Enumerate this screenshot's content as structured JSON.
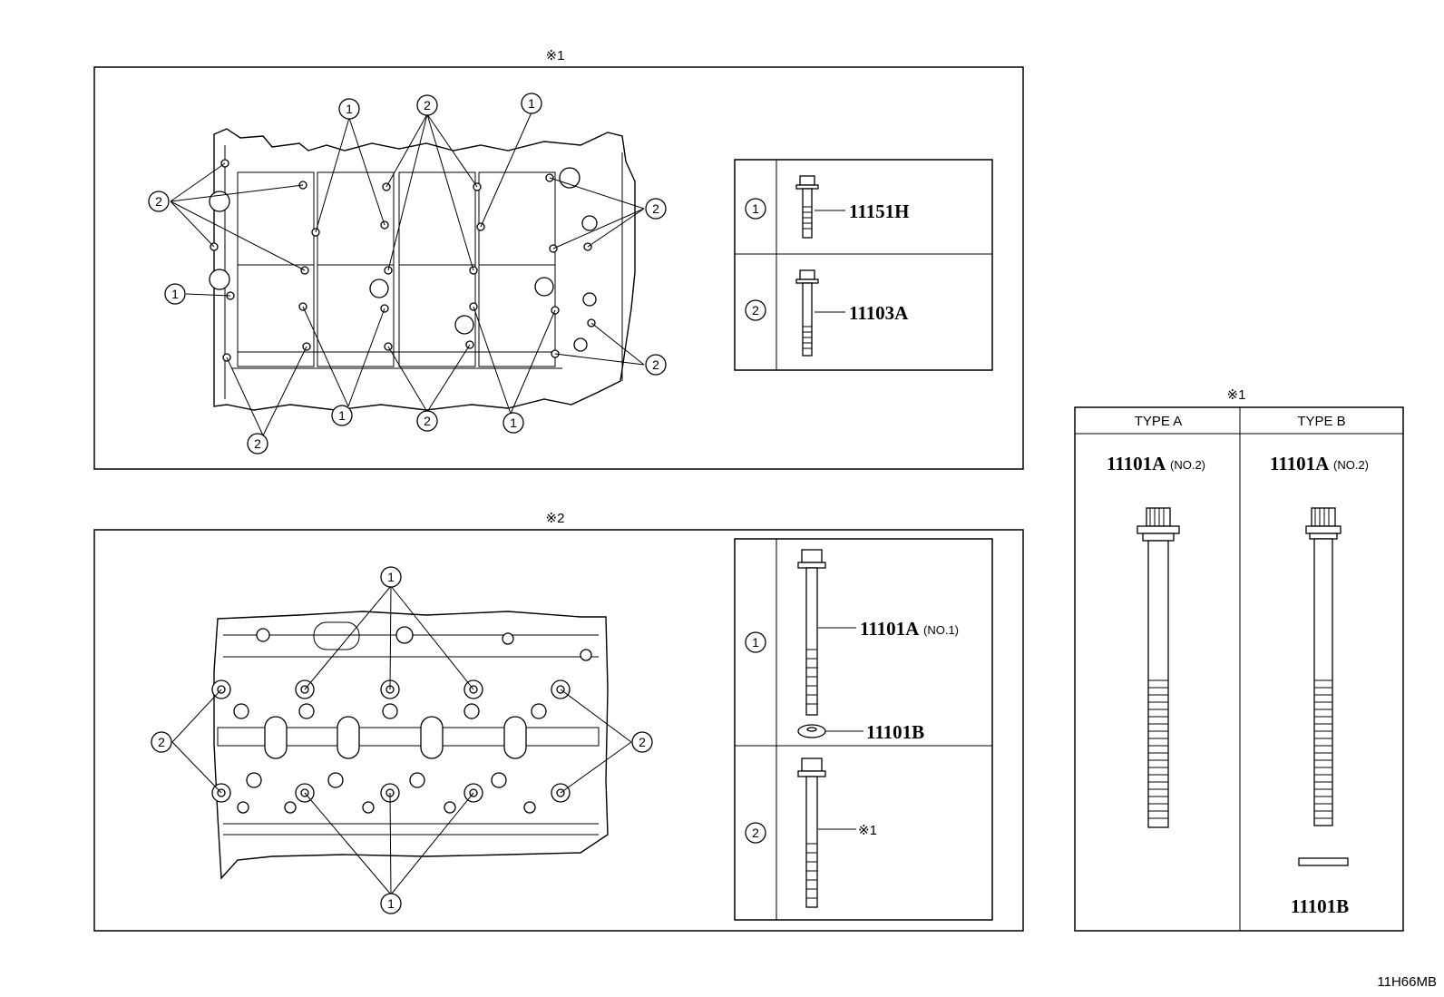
{
  "panel1": {
    "note": "※1",
    "callouts": {
      "one": "1",
      "two": "2"
    },
    "legend": [
      {
        "num": "1",
        "part": "11151H"
      },
      {
        "num": "2",
        "part": "11103A"
      }
    ]
  },
  "panel2": {
    "note": "※2",
    "callouts": {
      "one": "1",
      "two": "2"
    },
    "legend": [
      {
        "num": "1",
        "part": "11101A",
        "suffix": "(NO.1)",
        "washer": "11101B"
      },
      {
        "num": "2",
        "part": "※1"
      }
    ]
  },
  "panel3": {
    "note": "※1",
    "columns": [
      {
        "header": "TYPE A",
        "part": "11101A",
        "suffix": "(NO.2)"
      },
      {
        "header": "TYPE B",
        "part": "11101A",
        "suffix": "(NO.2)",
        "washer": "11101B"
      }
    ]
  },
  "figure_code": "11H66MB"
}
